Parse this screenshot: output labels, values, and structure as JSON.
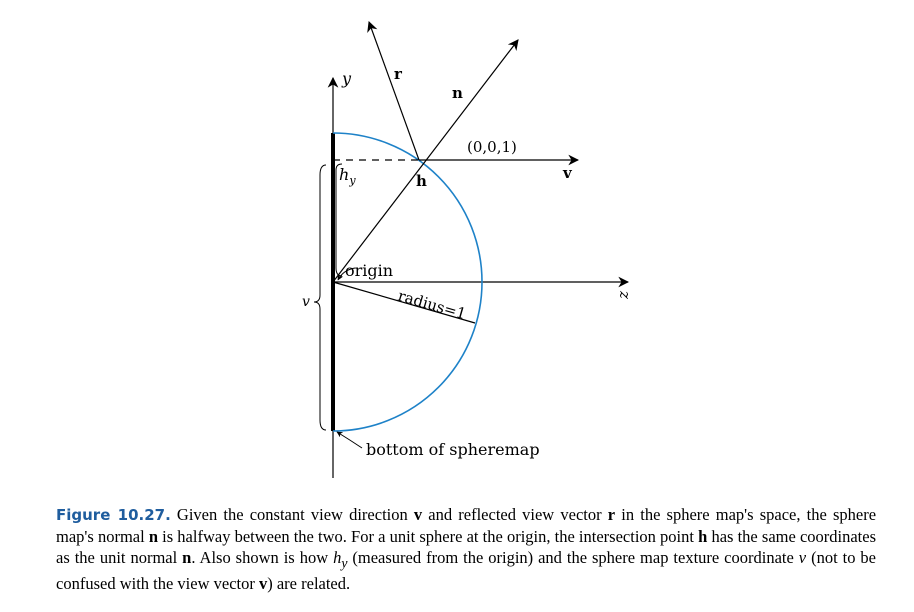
{
  "figure": {
    "labels": {
      "y_axis": "y",
      "z_axis": "z",
      "r_vector": "r",
      "n_vector": "n",
      "v_vector": "v",
      "h_point": "h",
      "v_vector_coords": "(0,0,1)",
      "hy": "h",
      "hy_sub": "y",
      "origin": "origin",
      "radius": "radius=1",
      "v_coord": "v",
      "bottom": "bottom of spheremap"
    },
    "colors": {
      "sphere_arc": "#1e82c8",
      "lines": "#000000"
    }
  },
  "caption": {
    "label": "Figure 10.27.",
    "t1": " Given the constant view direction ",
    "v1": "v",
    "t2": " and reflected view vector ",
    "r1": "r",
    "t3": " in the sphere map's space, the sphere map's normal ",
    "n1": "n",
    "t4": " is halfway between the two. For a unit sphere at the origin, the intersection point ",
    "h1": "h",
    "t5": " has the same coordinates as the unit normal ",
    "n2": "n",
    "t6": ". Also shown is how ",
    "hy_h": "h",
    "hy_y": "y",
    "t7": " (measured from the origin) and the sphere map texture coordinate ",
    "vcoord": "v",
    "t8": " (not to be confused with the view vector ",
    "v2": "v",
    "t9": ") are related."
  }
}
